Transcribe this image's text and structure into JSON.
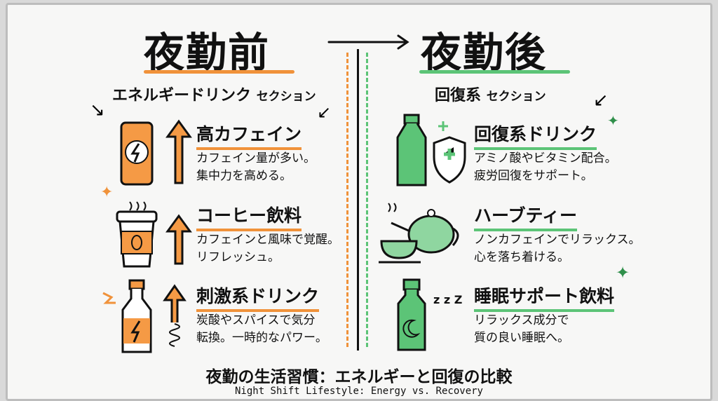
{
  "left": {
    "title": "夜勤前",
    "section": "エネルギードリンク",
    "section_suffix": "セクション",
    "items": [
      {
        "title": "高カフェイン",
        "desc": "カフェイン量が多い。\n集中力を高める。",
        "icon": "energy-can-icon"
      },
      {
        "title": "コーヒー飲料",
        "desc": "カフェインと風味で覚醒。\nリフレッシュ。",
        "icon": "coffee-cup-icon"
      },
      {
        "title": "刺激系ドリンク",
        "desc": "炭酸やスパイスで気分\n転換。一時的なパワー。",
        "icon": "energy-bottle-icon"
      }
    ]
  },
  "right": {
    "title": "夜勤後",
    "section": "回復系",
    "section_suffix": "セクション",
    "items": [
      {
        "title": "回復系ドリンク",
        "desc": "アミノ酸やビタミン配合。\n疲労回復をサポート。",
        "icon": "bottle-shield-icon"
      },
      {
        "title": "ハーブティー",
        "desc": "ノンカフェインでリラックス。\n心を落ち着ける。",
        "icon": "teapot-icon"
      },
      {
        "title": "睡眠サポート飲料",
        "desc": "リラックス成分で\n質の良い睡眠へ。",
        "icon": "sleep-bottle-icon"
      }
    ]
  },
  "footer": {
    "title": "夜勤の生活習慣：エネルギーと回復の比較",
    "subtitle": "Night Shift Lifestyle: Energy vs. Recovery"
  },
  "colors": {
    "orange": "#f0923a",
    "green": "#5cc477"
  }
}
